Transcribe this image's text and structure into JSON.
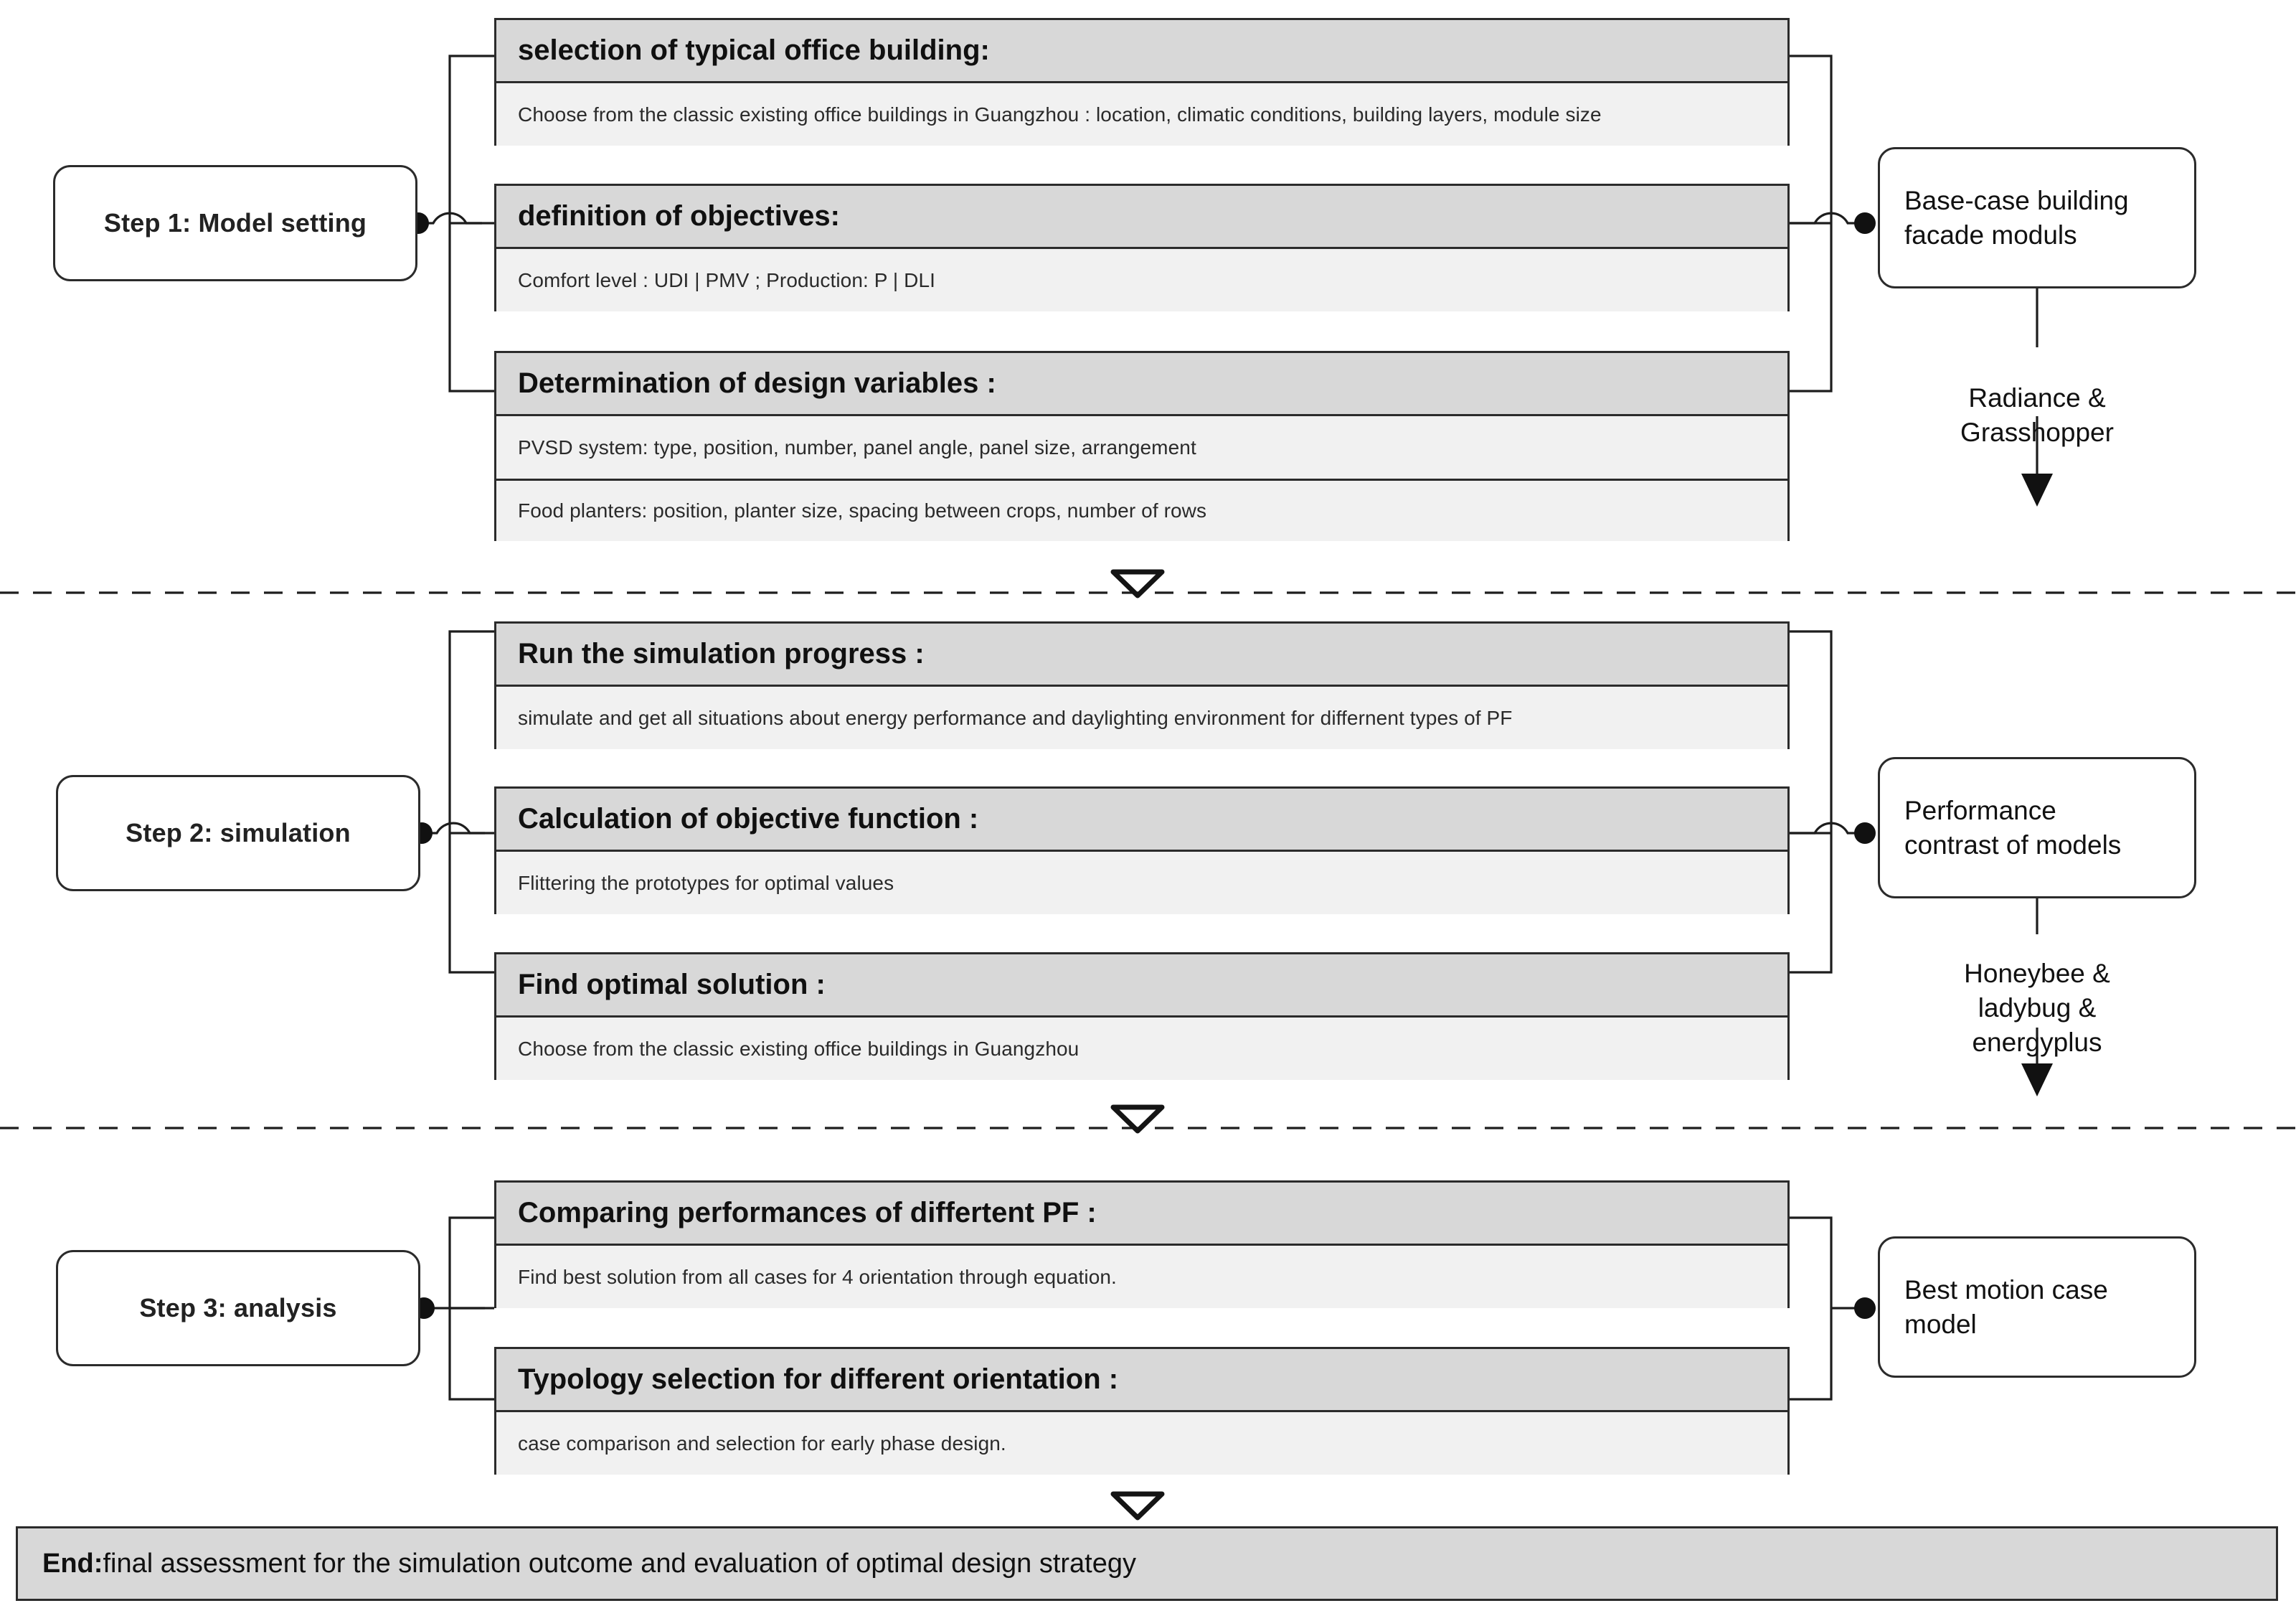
{
  "diagram": {
    "title": "Three-step research workflow for PV shading device and food planter facade optimisation",
    "divider_marker": "hollow-down-triangle"
  },
  "steps": [
    {
      "id": "step1",
      "label": "Step 1: Model setting",
      "cards": [
        {
          "head": "selection of typical office building:",
          "rows": [
            "Choose from the classic existing office buildings in Guangzhou : location, climatic conditions, building layers, module size"
          ]
        },
        {
          "head": "definition of objectives:",
          "rows": [
            "Comfort level : UDI | PMV ;  Production: P | DLI"
          ]
        },
        {
          "head": "Determination of design variables :",
          "rows": [
            "PVSD system: type, position, number, panel angle, panel size, arrangement",
            "Food planters: position, planter size, spacing between crops, number of rows"
          ]
        }
      ],
      "result": "Base-case building\nfacade moduls",
      "tool_label": "Radiance &\nGrasshopper"
    },
    {
      "id": "step2",
      "label": "Step 2: simulation",
      "cards": [
        {
          "head": "Run the simulation progress :",
          "rows": [
            "simulate and get all situations about energy performance and daylighting environment for differnent types of PF"
          ]
        },
        {
          "head": "Calculation of objective function :",
          "rows": [
            "Flittering the prototypes for optimal values"
          ]
        },
        {
          "head": "Find optimal solution :",
          "rows": [
            "Choose from the classic existing office buildings in Guangzhou"
          ]
        }
      ],
      "result": "Performance\ncontrast of models",
      "tool_label": "Honeybee &\nladybug &\nenergyplus"
    },
    {
      "id": "step3",
      "label": "Step 3: analysis",
      "cards": [
        {
          "head": "Comparing performances of differtent PF :",
          "rows": [
            "Find best solution from all cases for 4 orientation through equation."
          ]
        },
        {
          "head": "Typology selection for different orientation :",
          "rows": [
            "case comparison and selection for early phase design."
          ]
        }
      ],
      "result": "Best motion case\nmodel",
      "tool_label": ""
    }
  ],
  "end": {
    "prefix": "End:",
    "text": " final assessment for the simulation outcome and evaluation of optimal design strategy"
  },
  "colors": {
    "card_head_fill": "#d8d8d8",
    "card_body_fill": "#f1f1f1",
    "stroke": "#1d1d1d",
    "end_fill": "#d8d8d8",
    "page_bg": "#ffffff"
  }
}
